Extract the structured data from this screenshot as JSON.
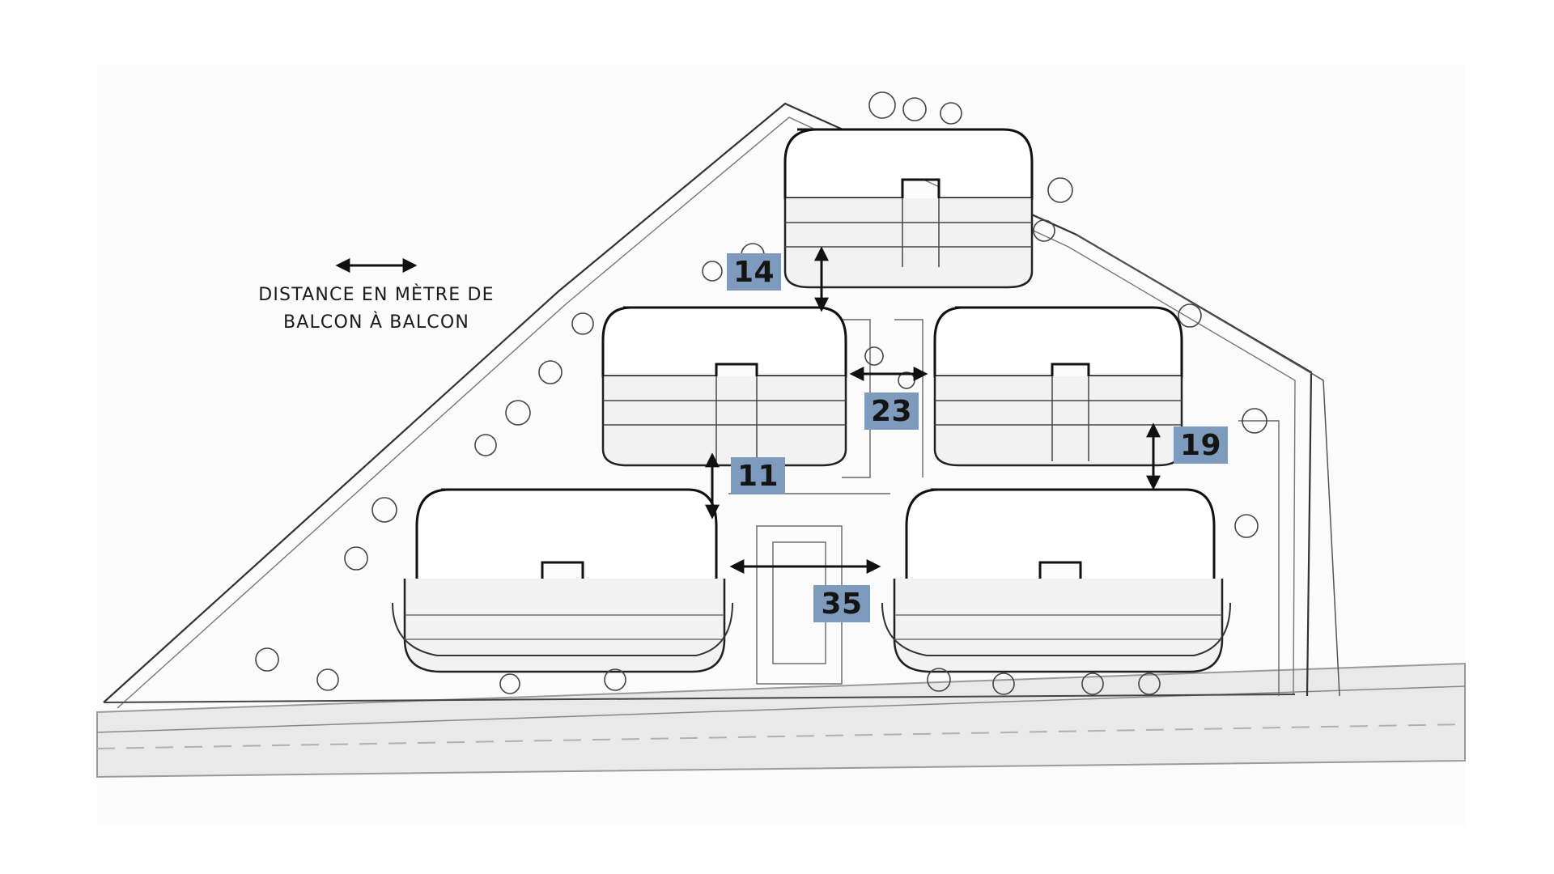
{
  "legend": {
    "line1": "DISTANCE EN MÈTRE DE",
    "line2": "BALCON À BALCON"
  },
  "measurements": [
    {
      "id": "m14",
      "label": "14"
    },
    {
      "id": "m23",
      "label": "23"
    },
    {
      "id": "m19",
      "label": "19"
    },
    {
      "id": "m11",
      "label": "11"
    },
    {
      "id": "m35",
      "label": "35"
    }
  ],
  "colors": {
    "badge": "#7e9bbd",
    "ink": "#1a1a1a",
    "paper": "#ffffff",
    "road": "#e6e6e6"
  },
  "icons": [
    "double-arrow-icon",
    "tree-icon"
  ]
}
